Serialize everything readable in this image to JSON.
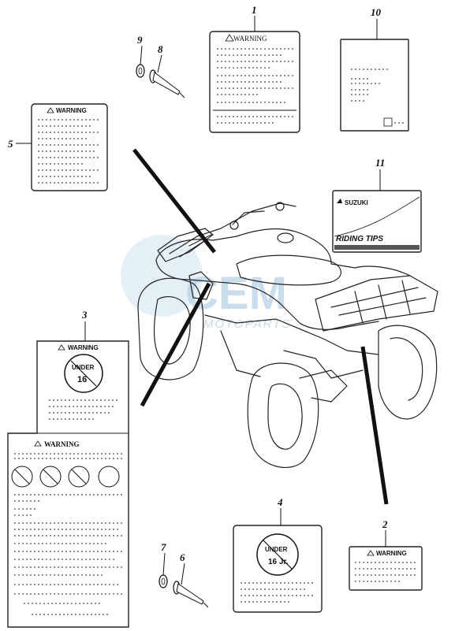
{
  "callouts": {
    "c1": "1",
    "c2": "2",
    "c3": "3",
    "c4": "4",
    "c5": "5",
    "c6": "6",
    "c7": "7",
    "c8": "8",
    "c9": "9",
    "c10": "10",
    "c11": "11"
  },
  "labels": {
    "warning_1": "WARNING",
    "warning_2": "WARNING",
    "warning_3": "WARNING",
    "warning_3b": "WARNING",
    "warning_5": "WARNING",
    "under_16_a": "UNDER",
    "under_16_b": "16",
    "under_16_c": "UNDER",
    "under_16_d": "16 Jr.",
    "riding_tips": "RIDING TIPS",
    "suzuki_brand": "SUZUKI"
  },
  "watermark": {
    "main": "CEM",
    "sub": "MOTOPARTS"
  },
  "colors": {
    "ink": "#111111",
    "watermark": "#b8d3e6"
  }
}
